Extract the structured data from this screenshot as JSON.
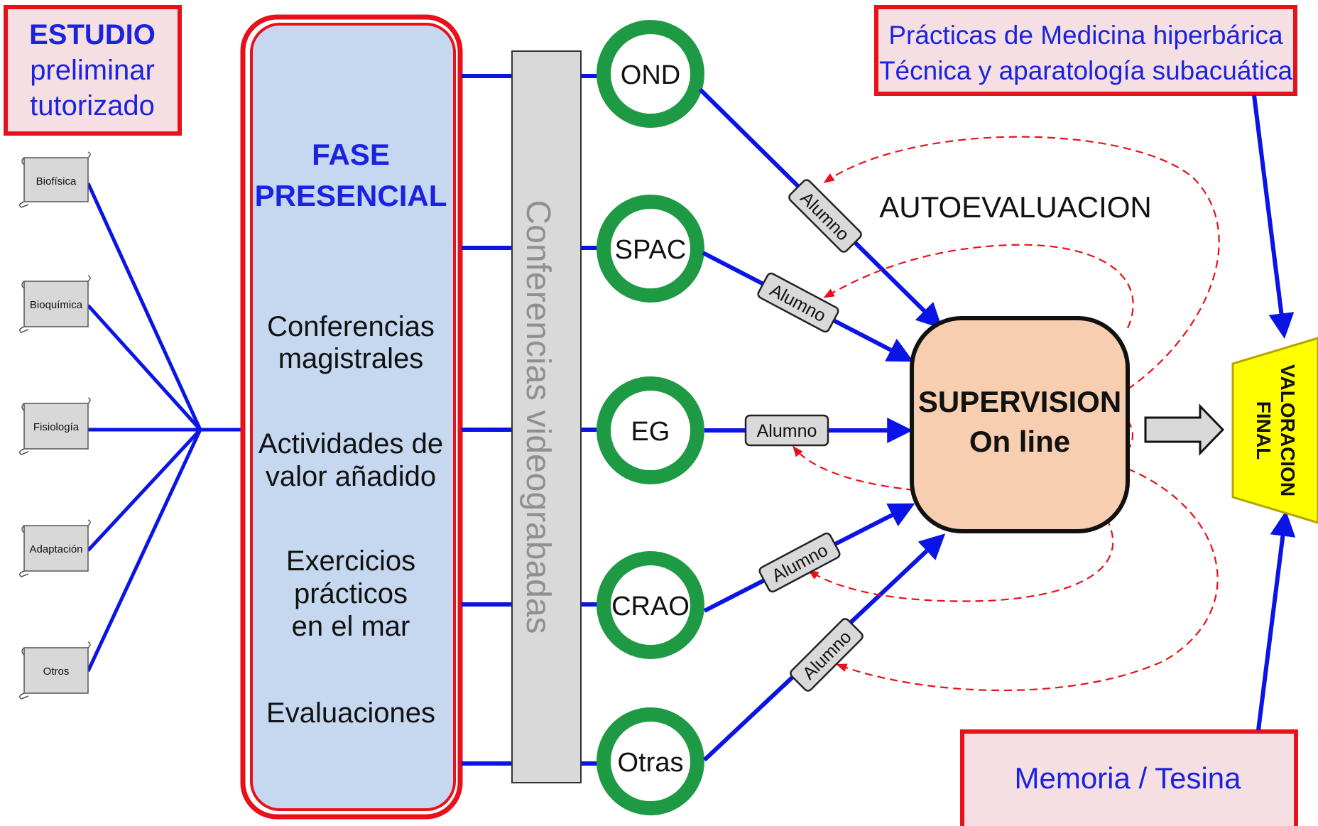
{
  "estudio": {
    "title": "ESTUDIO",
    "line2": "preliminar",
    "line3": "tutorizado"
  },
  "scrolls": [
    {
      "label": "Biofísica"
    },
    {
      "label": "Bioquímica"
    },
    {
      "label": "Fisiología"
    },
    {
      "label": "Adaptación"
    },
    {
      "label": "Otros"
    }
  ],
  "fase": {
    "title1": "FASE",
    "title2": "PRESENCIAL",
    "item1_l1": "Conferencias",
    "item1_l2": "magistrales",
    "item2_l1": "Actividades de",
    "item2_l2": "valor añadido",
    "item3_l1": "Exercicios",
    "item3_l2": "prácticos",
    "item3_l3": "en el mar",
    "item4": "Evaluaciones"
  },
  "conferencias_bar": "Conferencias videograbadas",
  "nodes": [
    {
      "label": "OND"
    },
    {
      "label": "SPAC"
    },
    {
      "label": "EG"
    },
    {
      "label": "CRAO"
    },
    {
      "label": "Otras"
    }
  ],
  "alumno_label": "Alumno",
  "autoevaluacion": "AUTOEVALUACION",
  "supervision": {
    "line1": "SUPERVISION",
    "line2": "On line"
  },
  "practicas": {
    "line1": "Prácticas de Medicina hiperbárica",
    "line2": "Técnica y aparatología subacuática"
  },
  "memoria": "Memoria / Tesina",
  "valoracion": {
    "line1": "VALORACION",
    "line2": "FINAL"
  },
  "colors": {
    "blue_line": "#0a14e6",
    "red_border": "#e8101a",
    "fase_fill": "#c5d8ef",
    "title_blue": "#1a23e0",
    "circle_green": "#1e9a45",
    "supervision_fill": "#f7cfb0",
    "valoracion_fill": "#ffff00",
    "pink_box": "#f6dfe3",
    "gray_bar": "#d9d9d9"
  }
}
